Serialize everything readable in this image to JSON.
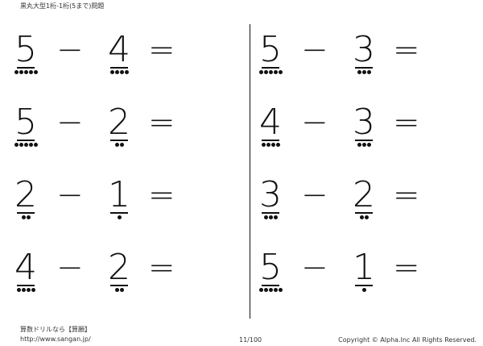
{
  "header": {
    "title": "黒丸大型1桁-1桁(5まで)問題"
  },
  "operators": {
    "minus": "−",
    "equals": "="
  },
  "problems": [
    {
      "a": "5",
      "a_dots": 5,
      "b": "4",
      "b_dots": 4
    },
    {
      "a": "5",
      "a_dots": 5,
      "b": "3",
      "b_dots": 3
    },
    {
      "a": "5",
      "a_dots": 5,
      "b": "2",
      "b_dots": 2
    },
    {
      "a": "4",
      "a_dots": 4,
      "b": "3",
      "b_dots": 3
    },
    {
      "a": "2",
      "a_dots": 2,
      "b": "1",
      "b_dots": 1
    },
    {
      "a": "3",
      "a_dots": 3,
      "b": "2",
      "b_dots": 2
    },
    {
      "a": "4",
      "a_dots": 4,
      "b": "2",
      "b_dots": 2
    },
    {
      "a": "5",
      "a_dots": 5,
      "b": "1",
      "b_dots": 1
    }
  ],
  "footer": {
    "site_name": "算数ドリルなら【算願】",
    "url": "http://www.sangan.jp/",
    "page": "11/100",
    "copyright": "Copyright © Alpha.Inc All Rights Reserved."
  }
}
